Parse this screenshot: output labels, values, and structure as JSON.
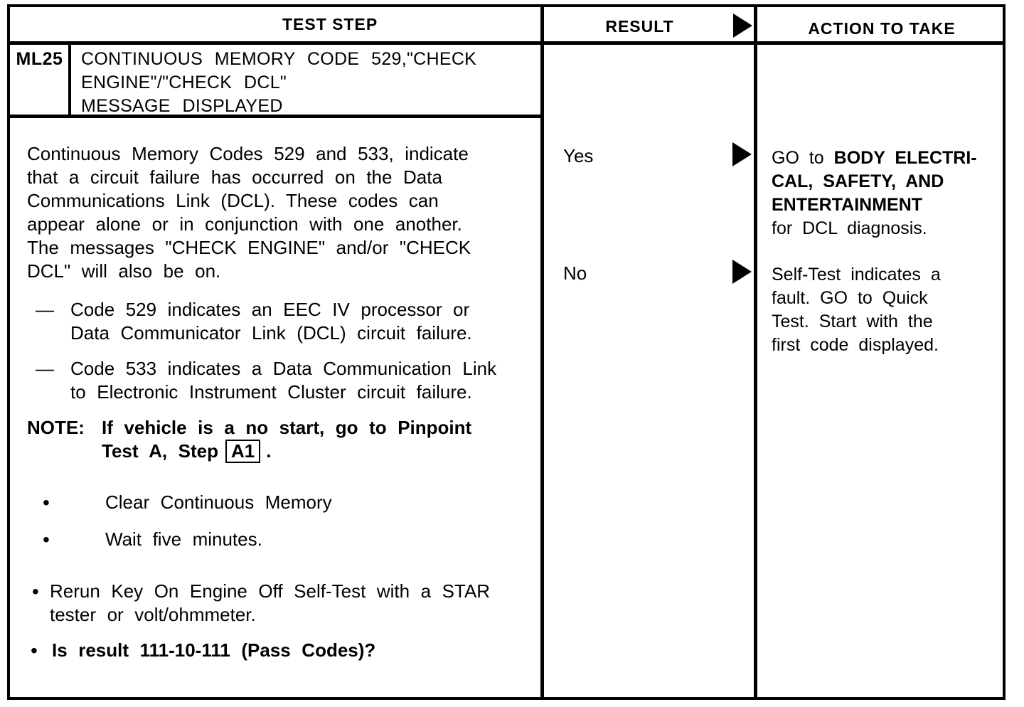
{
  "table": {
    "columns": {
      "test_step": "TEST STEP",
      "result": "RESULT",
      "action": "ACTION TO TAKE"
    },
    "step": {
      "id": "ML25",
      "title_lines": [
        "CONTINUOUS MEMORY CODE 529,\"CHECK",
        "ENGINE\"/\"CHECK DCL\"",
        "MESSAGE DISPLAYED"
      ]
    },
    "test_step": {
      "paragraph_lines": [
        "Continuous Memory Codes 529 and 533, indicate",
        "that a circuit failure has occurred on the Data",
        "Communications Link (DCL). These codes can",
        "appear alone or in conjunction with one another.",
        "The messages \"CHECK ENGINE\" and/or \"CHECK",
        "DCL\" will also be on."
      ],
      "dash_items": [
        {
          "marker": "—",
          "lines": [
            "Code 529 indicates an EEC IV processor or",
            "Data Communicator Link (DCL) circuit failure."
          ]
        },
        {
          "marker": "—",
          "lines": [
            "Code 533 indicates a Data Communication Link",
            "to Electronic Instrument Cluster circuit failure."
          ]
        }
      ],
      "note": {
        "label": "NOTE:",
        "line1": "If vehicle is a no start, go to Pinpoint",
        "line2_before": "Test A, Step",
        "step_ref": "A1",
        "line2_after": "."
      },
      "bullets": [
        {
          "marker": "•",
          "lines": [
            "Clear Continuous Memory"
          ]
        },
        {
          "marker": "•",
          "lines": [
            "Wait five minutes."
          ]
        },
        {
          "marker": "•",
          "lines": [
            "Rerun Key On Engine Off Self-Test with a STAR",
            "tester or volt/ohmmeter."
          ]
        },
        {
          "marker": "•",
          "lines": [
            "Is result 111-10-111 (Pass Codes)?"
          ]
        }
      ]
    },
    "results": [
      {
        "label": "Yes",
        "action_lines": [
          {
            "normal_prefix": "GO to ",
            "bold": "BODY ELECTRI-"
          },
          {
            "bold": "CAL, SAFETY, AND"
          },
          {
            "bold": "ENTERTAINMENT"
          },
          {
            "normal": "for DCL diagnosis."
          }
        ]
      },
      {
        "label": "No",
        "action_lines": [
          {
            "normal": "Self-Test indicates a"
          },
          {
            "normal": "fault. GO to Quick"
          },
          {
            "normal": "Test. Start with the"
          },
          {
            "normal": "first code displayed."
          }
        ]
      }
    ]
  }
}
